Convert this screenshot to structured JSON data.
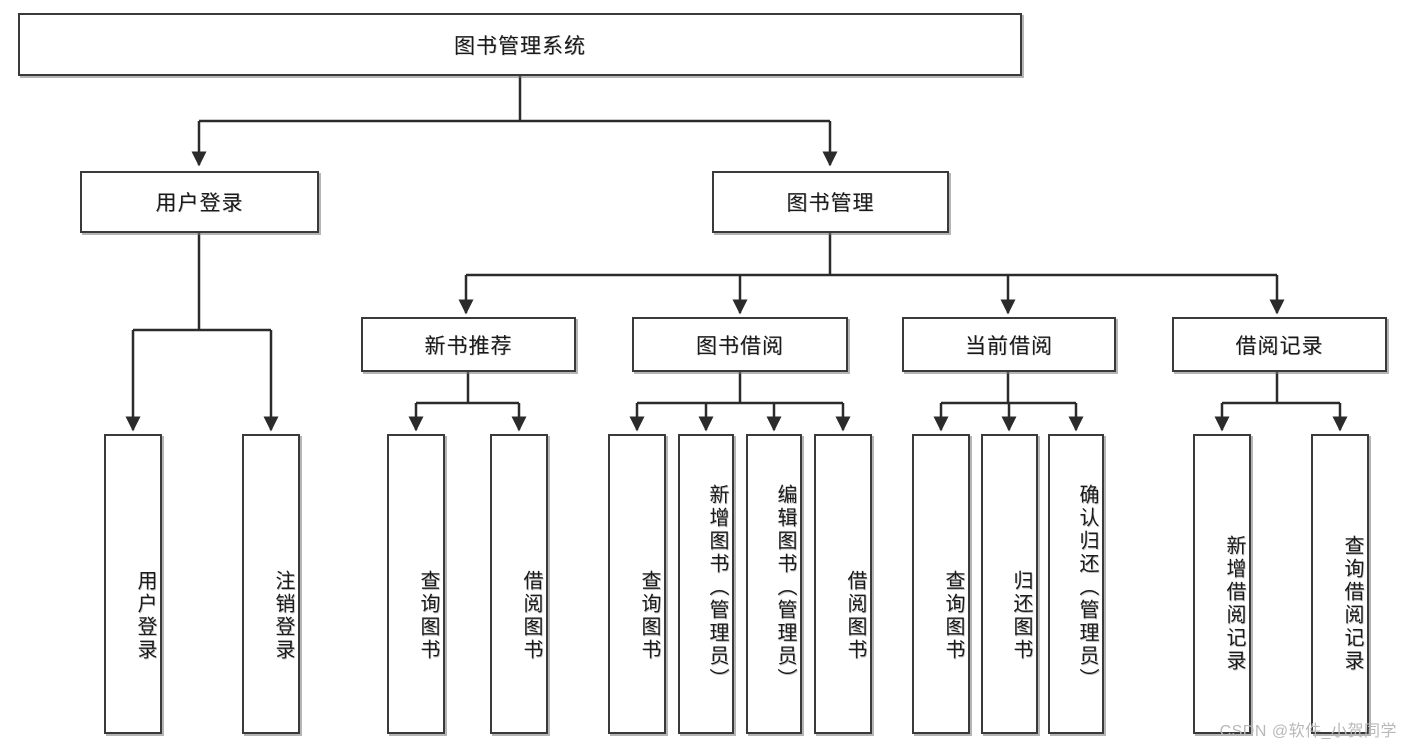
{
  "diagram": {
    "title": "图书管理系统",
    "type": "tree-hierarchy-diagram",
    "watermark": "CSDN @软件_小贺同学",
    "colors": {
      "border": "#3a3a3a",
      "background": "#ffffff",
      "text": "#1a1a1a",
      "edge": "#2b2b2b",
      "watermark": "#b9b9b9"
    },
    "root": {
      "id": "root",
      "label": "图书管理系统",
      "orientation": "horizontal"
    },
    "level2": [
      {
        "id": "user-login",
        "label": "用户登录",
        "orientation": "horizontal"
      },
      {
        "id": "book-management",
        "label": "图书管理",
        "orientation": "horizontal"
      }
    ],
    "level3": [
      {
        "id": "new-book-recommend",
        "label": "新书推荐",
        "orientation": "horizontal",
        "parent": "book-management"
      },
      {
        "id": "book-borrow",
        "label": "图书借阅",
        "orientation": "horizontal",
        "parent": "book-management"
      },
      {
        "id": "current-borrow",
        "label": "当前借阅",
        "orientation": "horizontal",
        "parent": "book-management"
      },
      {
        "id": "borrow-record",
        "label": "借阅记录",
        "orientation": "horizontal",
        "parent": "book-management"
      }
    ],
    "leaves": [
      {
        "id": "leaf-user-login",
        "label": "用户登录",
        "orientation": "vertical",
        "parent": "user-login"
      },
      {
        "id": "leaf-user-logout",
        "label": "注销登录",
        "orientation": "vertical",
        "parent": "user-login"
      },
      {
        "id": "leaf-query-book-1",
        "label": "查询图书",
        "orientation": "vertical",
        "parent": "new-book-recommend"
      },
      {
        "id": "leaf-borrow-book-1",
        "label": "借阅图书",
        "orientation": "vertical",
        "parent": "new-book-recommend"
      },
      {
        "id": "leaf-query-book-2",
        "label": "查询图书",
        "orientation": "vertical",
        "parent": "book-borrow"
      },
      {
        "id": "leaf-add-book",
        "label": "新增图书（管理员）",
        "orientation": "vertical",
        "parent": "book-borrow"
      },
      {
        "id": "leaf-edit-book",
        "label": "编辑图书（管理员）",
        "orientation": "vertical",
        "parent": "book-borrow"
      },
      {
        "id": "leaf-borrow-book-2",
        "label": "借阅图书",
        "orientation": "vertical",
        "parent": "book-borrow"
      },
      {
        "id": "leaf-query-book-3",
        "label": "查询图书",
        "orientation": "vertical",
        "parent": "current-borrow"
      },
      {
        "id": "leaf-return-book",
        "label": "归还图书",
        "orientation": "vertical",
        "parent": "current-borrow"
      },
      {
        "id": "leaf-confirm-return",
        "label": "确认归还（管理员）",
        "orientation": "vertical",
        "parent": "current-borrow"
      },
      {
        "id": "leaf-add-record",
        "label": "新增借阅记录",
        "orientation": "vertical",
        "parent": "borrow-record"
      },
      {
        "id": "leaf-query-record",
        "label": "查询借阅记录",
        "orientation": "vertical",
        "parent": "borrow-record"
      }
    ]
  }
}
